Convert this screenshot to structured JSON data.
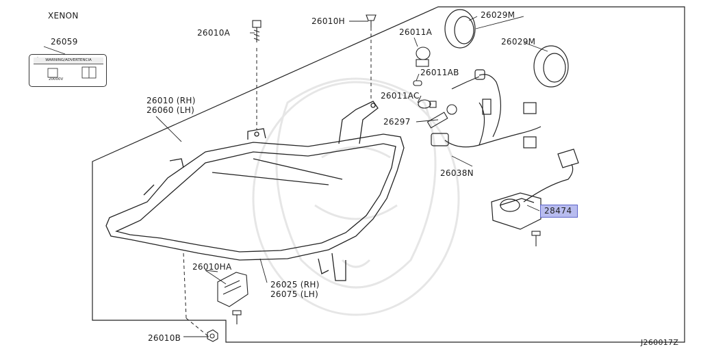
{
  "header": {
    "system_label": "XENON"
  },
  "diagram_code": "J260017Z",
  "label_sticker": {
    "part_no": "26059",
    "warning_text": "WARNING/ADVERTENCIA",
    "voltage_text": "20000V"
  },
  "highlight": {
    "part_no": "28474",
    "fill_color": "#b8bcef",
    "border_color": "#5c63c9"
  },
  "callouts": {
    "p26010A": "26010A",
    "p26010H": "26010H",
    "p26011A": "26011A",
    "p26029M_1": "26029M",
    "p26029M_2": "26029M",
    "p26011AB": "26011AB",
    "p26011AC": "26011AC",
    "p26297": "26297",
    "p26010_rh": "26010 (RH)",
    "p26060_lh": "26060 (LH)",
    "p26038N": "26038N",
    "p26010HA": "26010HA",
    "p26025_rh": "26025 (RH)",
    "p26075_lh": "26075 (LH)",
    "p26010B": "26010B"
  }
}
